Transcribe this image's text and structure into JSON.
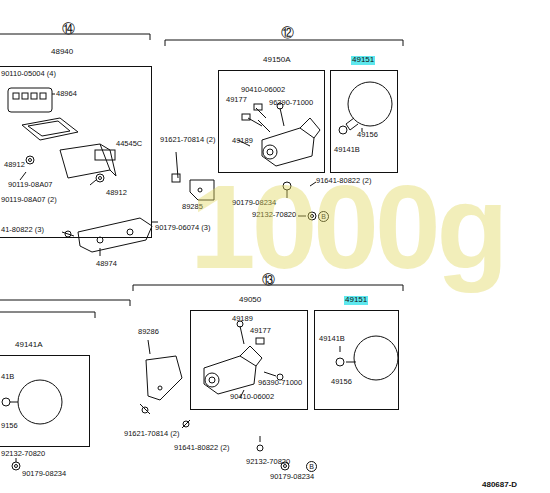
{
  "diagram": {
    "nodes": [
      {
        "text": [
          "48940"
        ]
      },
      {
        "text": [
          "49150A"
        ]
      },
      {
        "text": [
          "49151"
        ]
      },
      {
        "text": [
          "49050"
        ]
      },
      {
        "text": [
          "49151"
        ]
      },
      {
        "text": [
          "49141A"
        ]
      }
    ],
    "labels": [
      "⑭",
      "90110-05004 (4)",
      "48964",
      "48912",
      "44545C",
      "48912",
      "90119-08A07",
      "90119-08A07 (2)",
      "41-80822 (3)",
      "90179-06074 (3)",
      "48974",
      "⑫",
      "90410-06002",
      "49177",
      "96390-71000",
      "49189",
      "49141B",
      "49156",
      "91621-70814 (2)",
      "91641-80822 (2)",
      "89285",
      "90179-08234",
      "92132-70820",
      "B",
      "⑬",
      "49189",
      "49177",
      "96390-71000",
      "90410-06002",
      "49141B",
      "49156",
      "89286",
      "91621-70814 (2)",
      "91641-80822 (2)",
      "92132-70820",
      "B",
      "90179-08234",
      "41B",
      "9156",
      "92132-70820",
      "90179-08234",
      "480687-D",
      "1000g"
    ]
  }
}
